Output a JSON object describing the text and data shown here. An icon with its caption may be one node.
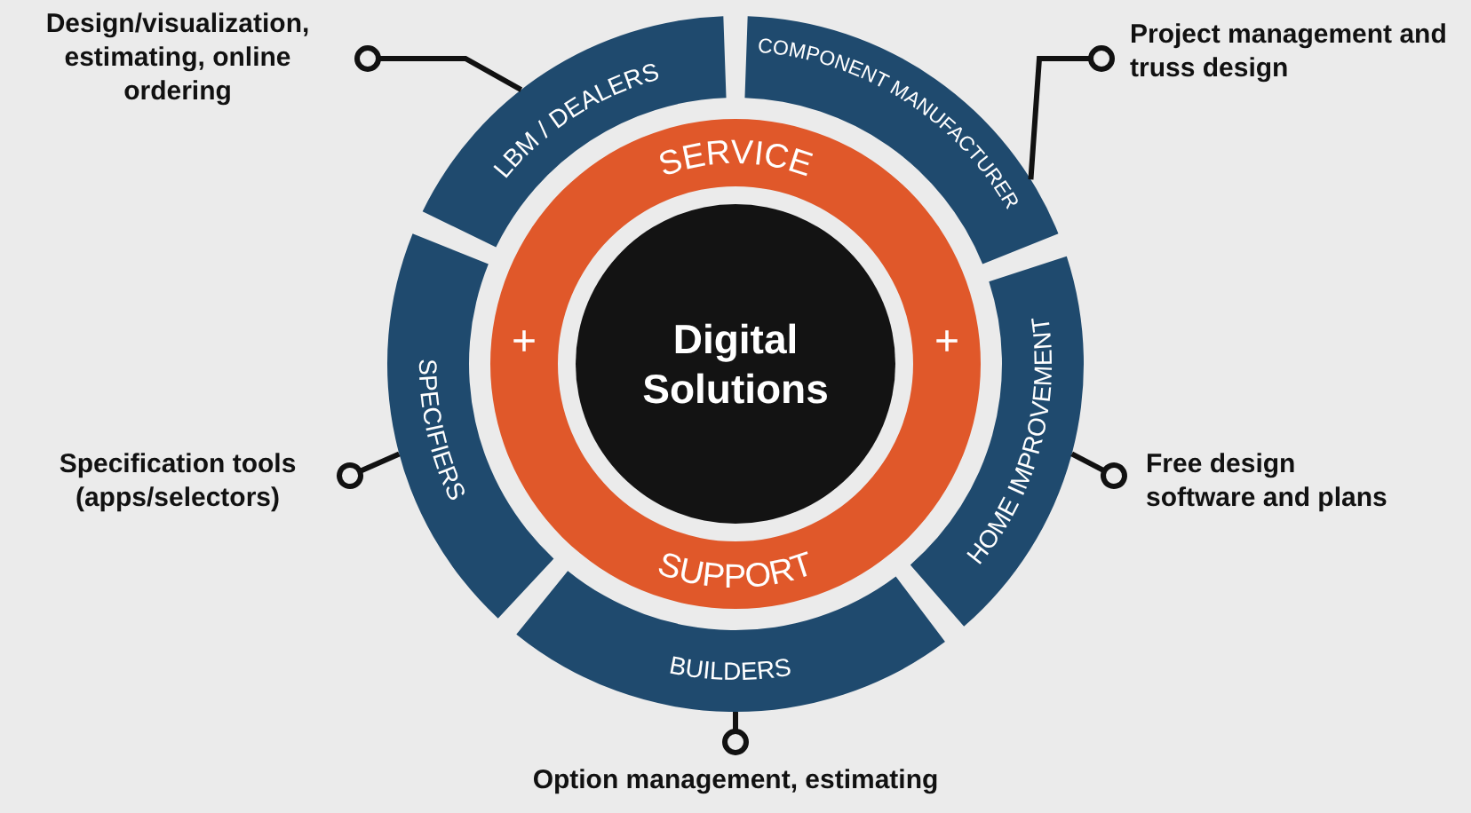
{
  "diagram": {
    "nodes": [
      {
        "text": [
          "Design/visualization, estimating, online ordering"
        ]
      },
      {
        "text": [
          "LBM / DEALERS"
        ]
      },
      {
        "text": [
          "COMPONENT MANUFACTURER"
        ]
      },
      {
        "text": [
          "Project management and truss design"
        ]
      },
      {
        "text": [
          "SERVICE",
          "+",
          "+",
          "SUPPORT"
        ]
      },
      {
        "text": [
          "Digital Solutions"
        ],
        "in": 4
      },
      {
        "text": [
          "SPECIFIERS"
        ]
      },
      {
        "text": [
          "HOME IMPROVEMENT"
        ]
      },
      {
        "text": [
          "Specification tools (apps/selectors)"
        ]
      },
      {
        "text": [
          "Free design software and plans"
        ]
      },
      {
        "text": [
          "BUILDERS"
        ]
      },
      {
        "text": [
          "Option management, estimating"
        ]
      }
    ],
    "edges": [
      {
        "from": 0,
        "to": 1,
        "arrow": "other"
      },
      {
        "from": 3,
        "to": 2,
        "arrow": "other"
      },
      {
        "from": 8,
        "to": 6,
        "arrow": "other"
      },
      {
        "from": 9,
        "to": 7,
        "arrow": "other"
      },
      {
        "from": 11,
        "to": 10,
        "arrow": "other"
      }
    ]
  }
}
